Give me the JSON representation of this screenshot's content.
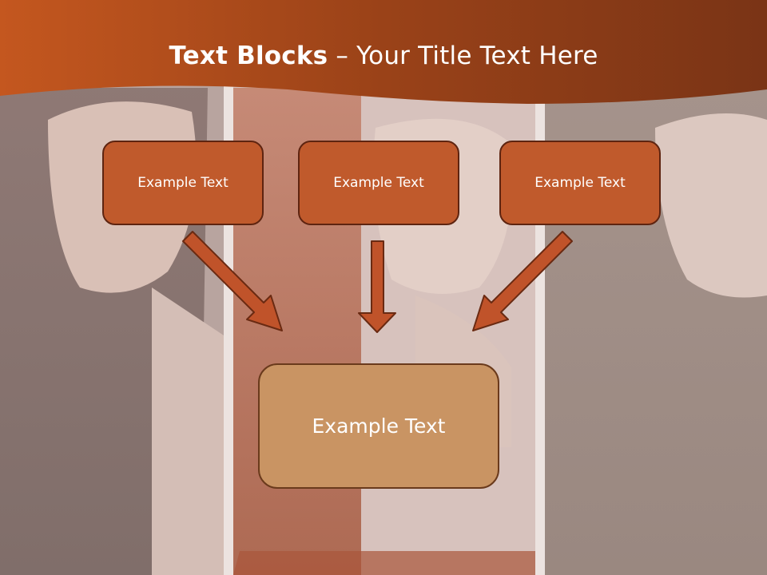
{
  "slide": {
    "title_bold": "Text Blocks",
    "title_dash": "–",
    "title_rest": "Your Title Text Here",
    "top_boxes": [
      {
        "text": "Example Text"
      },
      {
        "text": "Example Text"
      },
      {
        "text": "Example Text"
      }
    ],
    "main_box": {
      "text": "Example Text"
    }
  },
  "colors": {
    "header_band": "#b5521f",
    "top_box_fill": "#c05a2c",
    "top_box_border": "#5e2410",
    "main_box_fill": "#c99463",
    "arrow_fill": "#c0532a",
    "arrow_border": "#6a2a12",
    "background": "#c9b9b3"
  }
}
